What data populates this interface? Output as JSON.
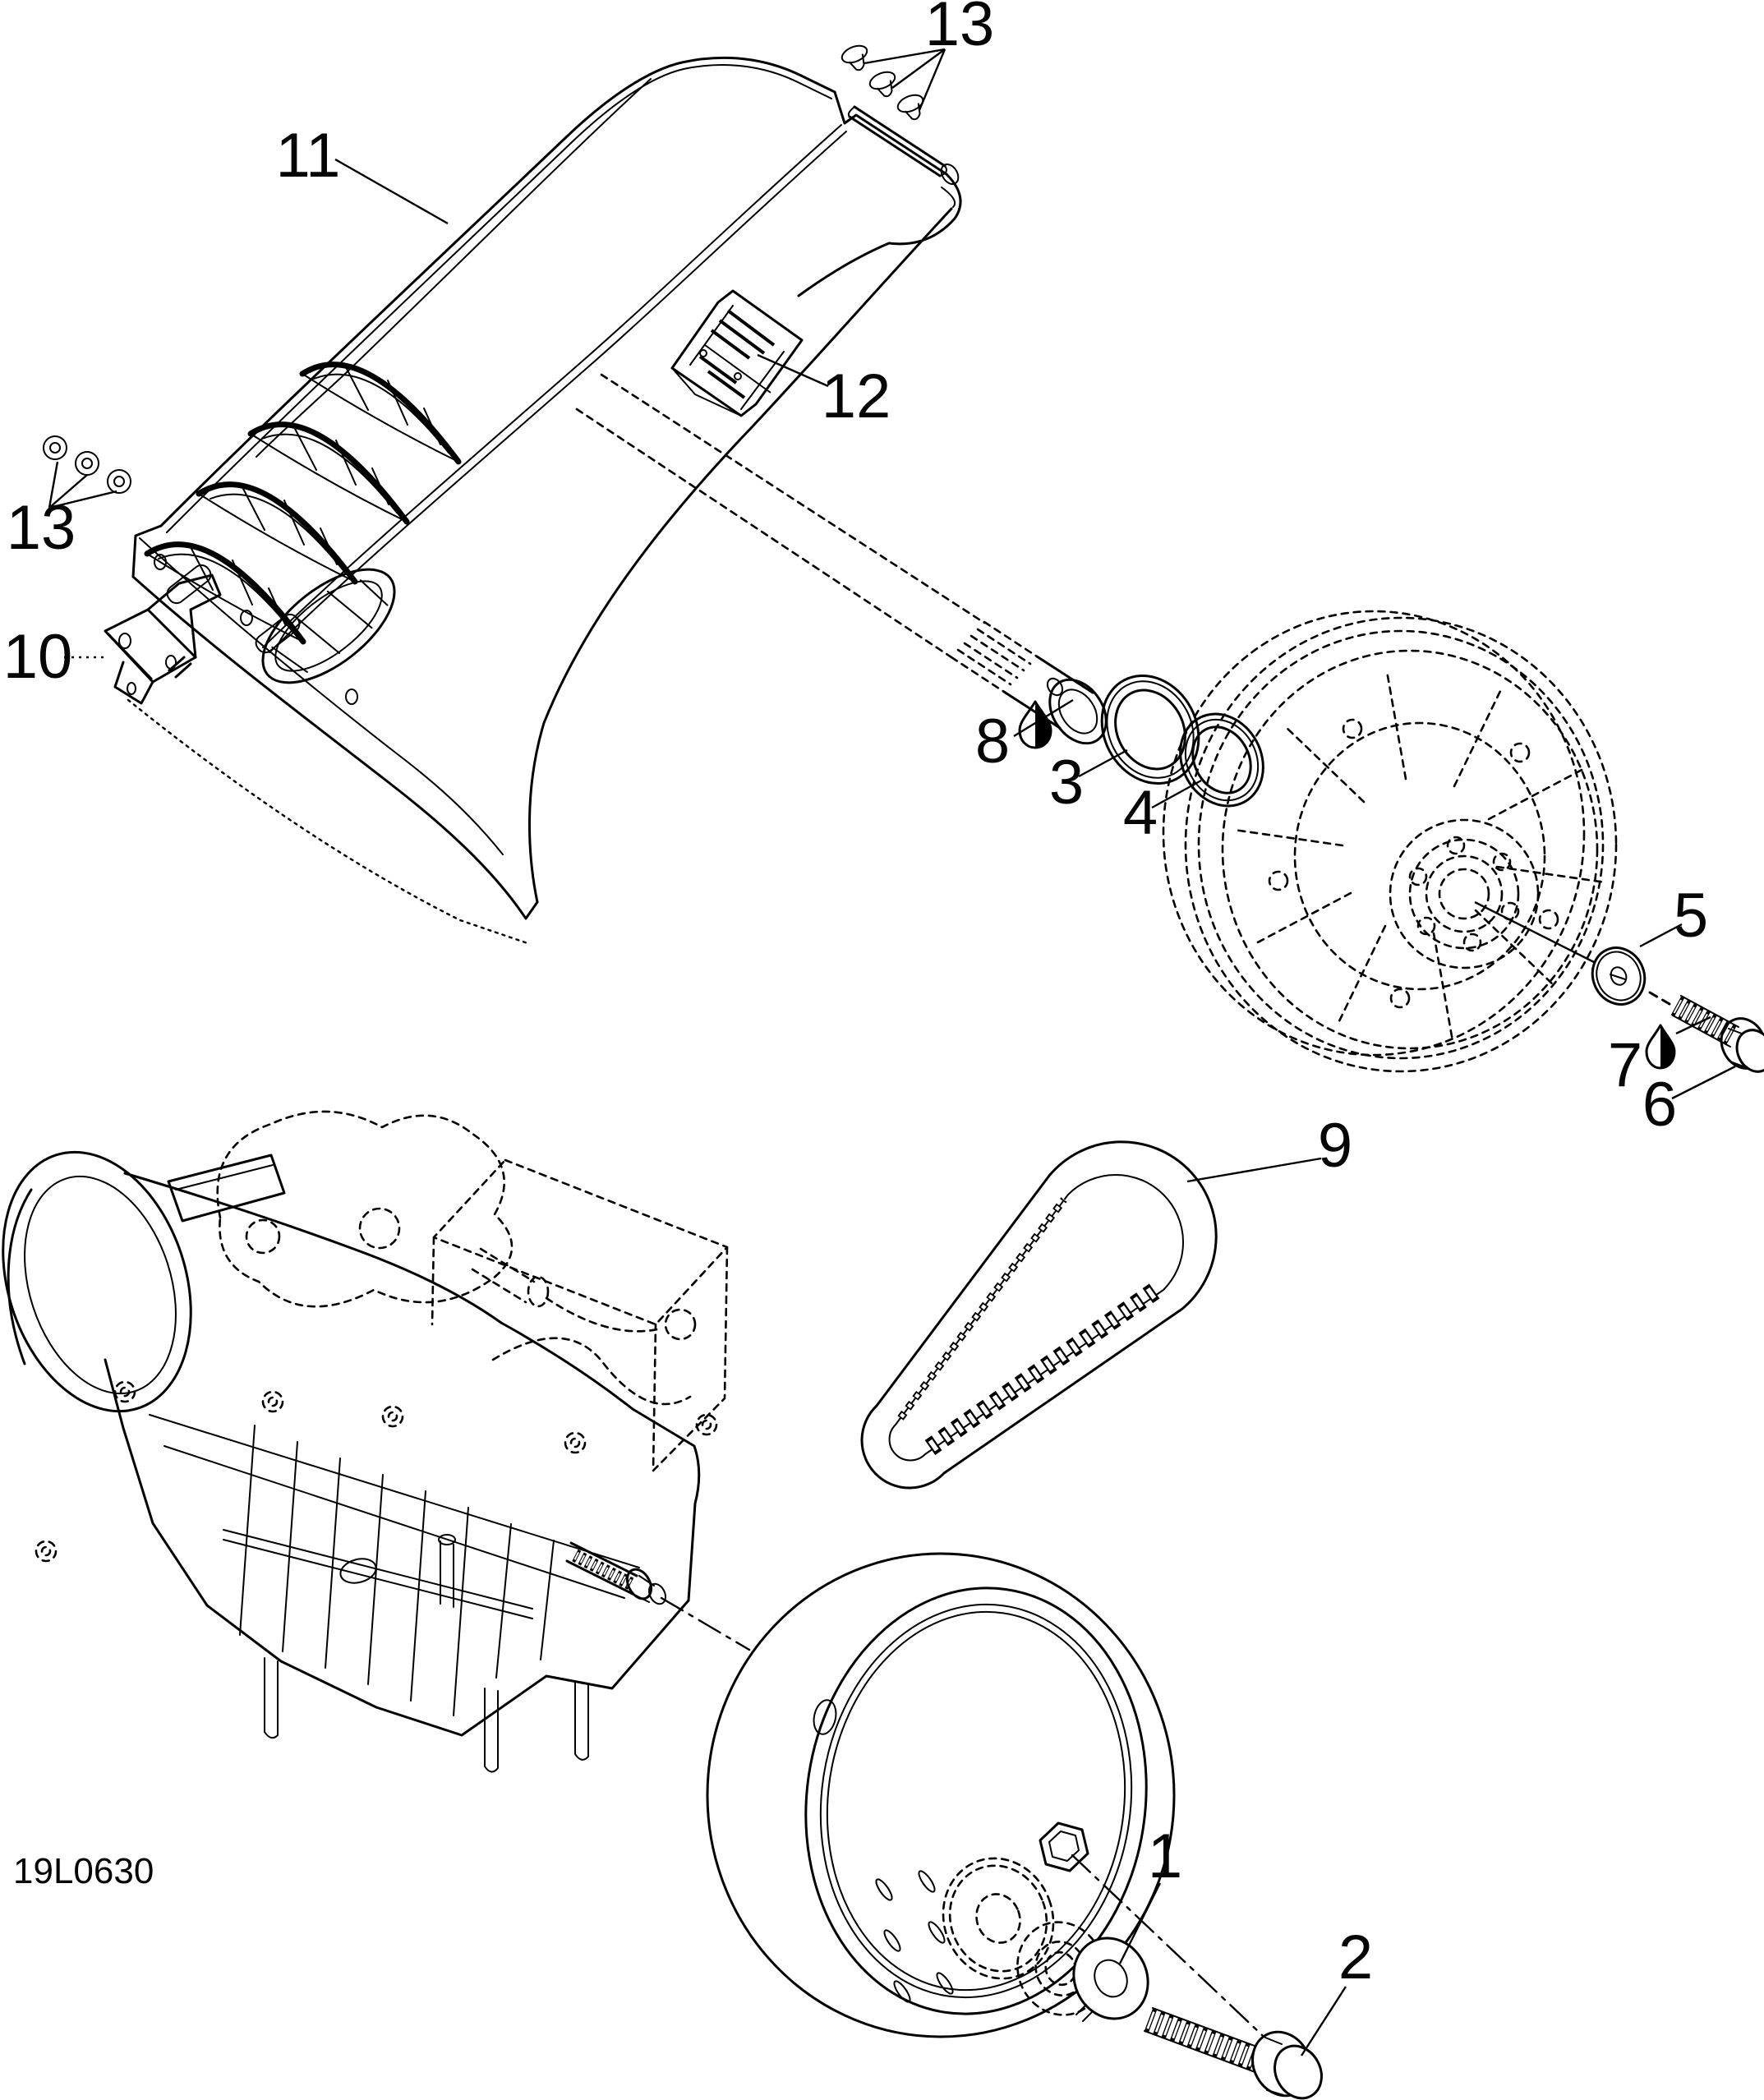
{
  "document": {
    "drawing_code": "19L0630",
    "type": "exploded-parts-diagram"
  },
  "colors": {
    "line": "#000000",
    "background": "#ffffff",
    "label": "#050505"
  },
  "symbols": {
    "oil_drop": "lubrication-point"
  },
  "callouts": {
    "n1": "1",
    "n2": "2",
    "n3": "3",
    "n4": "4",
    "n5": "5",
    "n6": "6",
    "n7": "7",
    "n8": "8",
    "n9": "9",
    "n10": "10",
    "n11": "11",
    "n12": "12",
    "n13": "13"
  }
}
